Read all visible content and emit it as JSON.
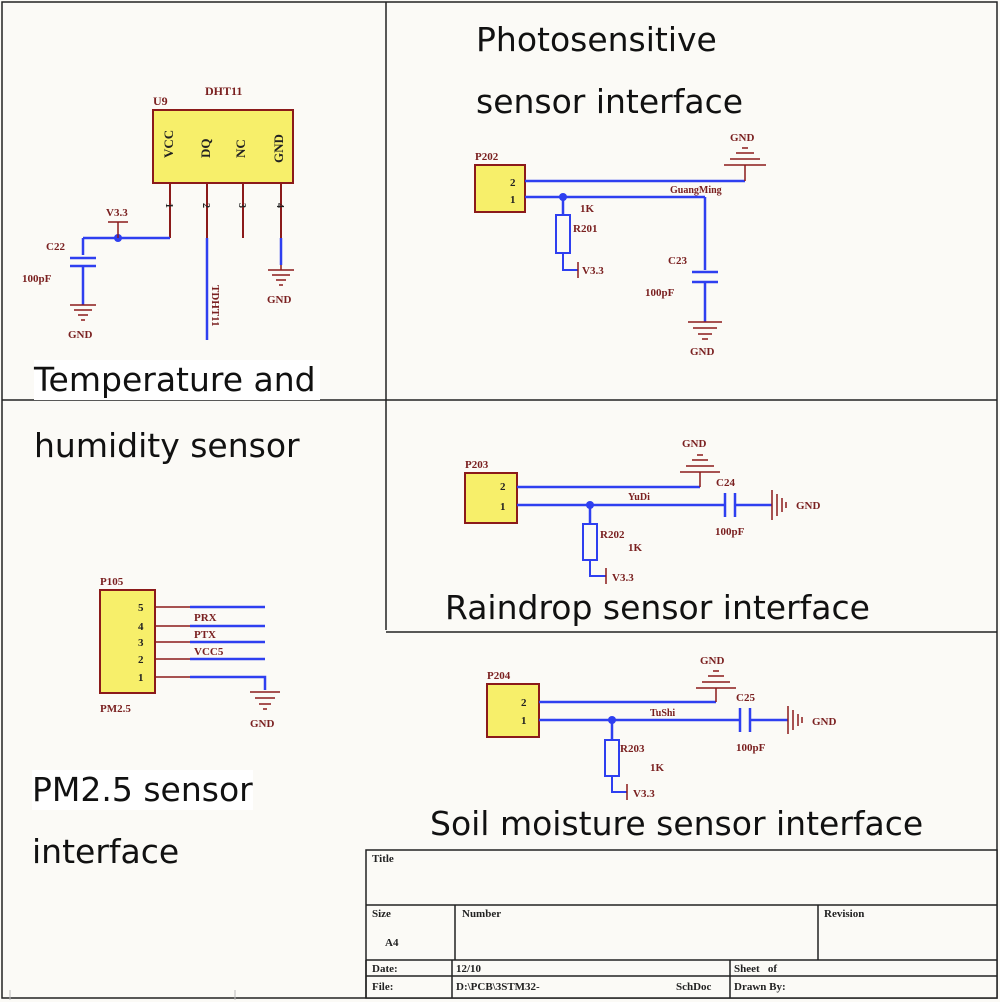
{
  "captions": {
    "photo_1": "Photosensitive",
    "photo_2": "sensor interface",
    "temp_1": "Temperature and",
    "temp_2": "humidity sensor",
    "rain": "Raindrop sensor interface",
    "pm_1": "PM2.5 sensor",
    "pm_2": "interface",
    "soil": "Soil moisture sensor interface"
  },
  "dht11": {
    "designator": "U9",
    "part": "DHT11",
    "pins": [
      "VCC",
      "DQ",
      "NC",
      "GND"
    ],
    "pin_numbers": [
      "1",
      "2",
      "3",
      "4"
    ],
    "net_v33": "V3.3",
    "cap": "C22",
    "cap_value": "100pF",
    "gnd": "GND",
    "net_dq": "TDHT11"
  },
  "photo": {
    "header": "P202",
    "pins": [
      "2",
      "1"
    ],
    "net": "GuangMing",
    "res": "R201",
    "res_value": "1K",
    "v33": "V3.3",
    "cap": "C23",
    "cap_value": "100pF",
    "gnd": "GND"
  },
  "rain": {
    "header": "P203",
    "pins": [
      "2",
      "1"
    ],
    "net": "YuDi",
    "res": "R202",
    "res_value": "1K",
    "v33": "V3.3",
    "cap": "C24",
    "cap_value": "100pF",
    "gnd": "GND"
  },
  "pm25": {
    "header": "P105",
    "footer": "PM2.5",
    "pins": [
      "5",
      "4",
      "3",
      "2",
      "1"
    ],
    "nets": [
      "PRX",
      "PTX",
      "VCC5"
    ],
    "gnd": "GND"
  },
  "soil": {
    "header": "P204",
    "pins": [
      "2",
      "1"
    ],
    "net": "TuShi",
    "res": "R203",
    "res_value": "1K",
    "v33": "V3.3",
    "cap": "C25",
    "cap_value": "100pF",
    "gnd": "GND"
  },
  "title_block": {
    "title": "Title",
    "size": "Size",
    "size_value": "A4",
    "number": "Number",
    "revision": "Revision",
    "date": "Date:",
    "date_value": "12/10",
    "sheet": "Sheet   of",
    "file": "File:",
    "file_value": "D:\\PCB\\3STM32-",
    "schdoc": "SchDoc",
    "drawn": "Drawn By:"
  },
  "colors": {
    "wire": "#2e3ff0",
    "component": "#8b1a1a",
    "component_fill": "#f7ef6a",
    "net_label": "#7a2020",
    "frame": "#222222"
  }
}
